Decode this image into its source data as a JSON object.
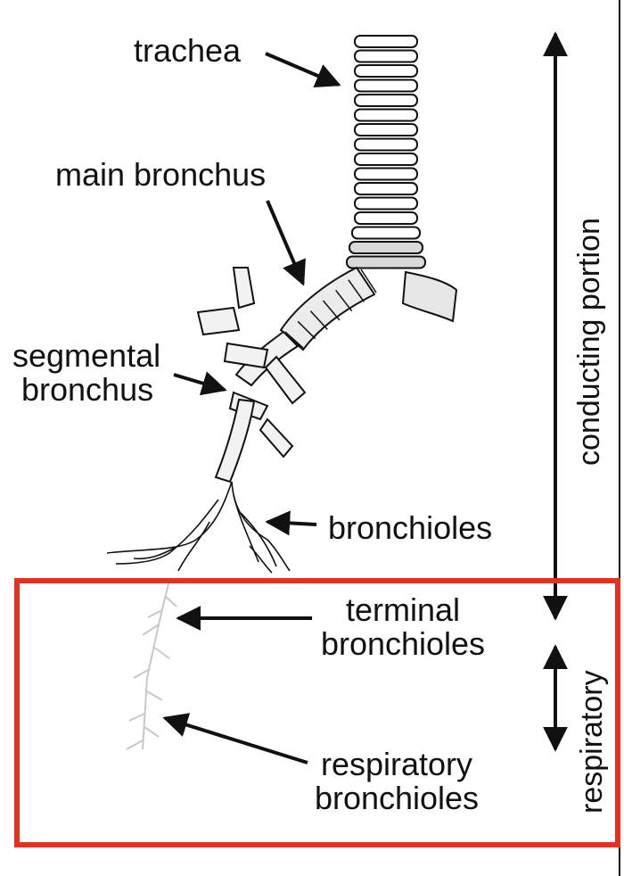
{
  "labels": {
    "trachea": "trachea",
    "main_bronchus": "main bronchus",
    "segmental_bronchus_line1": "segmental",
    "segmental_bronchus_line2": "bronchus",
    "bronchioles": "bronchioles",
    "terminal_bronchioles_line1": "terminal",
    "terminal_bronchioles_line2": "bronchioles",
    "respiratory_bronchioles_line1": "respiratory",
    "respiratory_bronchioles_line2": "bronchioles",
    "conducting_portion": "conducting portion",
    "respiratory": "respiratory"
  },
  "colors": {
    "highlight_box": "#e53022",
    "ink": "#111111",
    "airway_fill": "#d9d9d9",
    "faded_airway": "#c8c8c8"
  }
}
